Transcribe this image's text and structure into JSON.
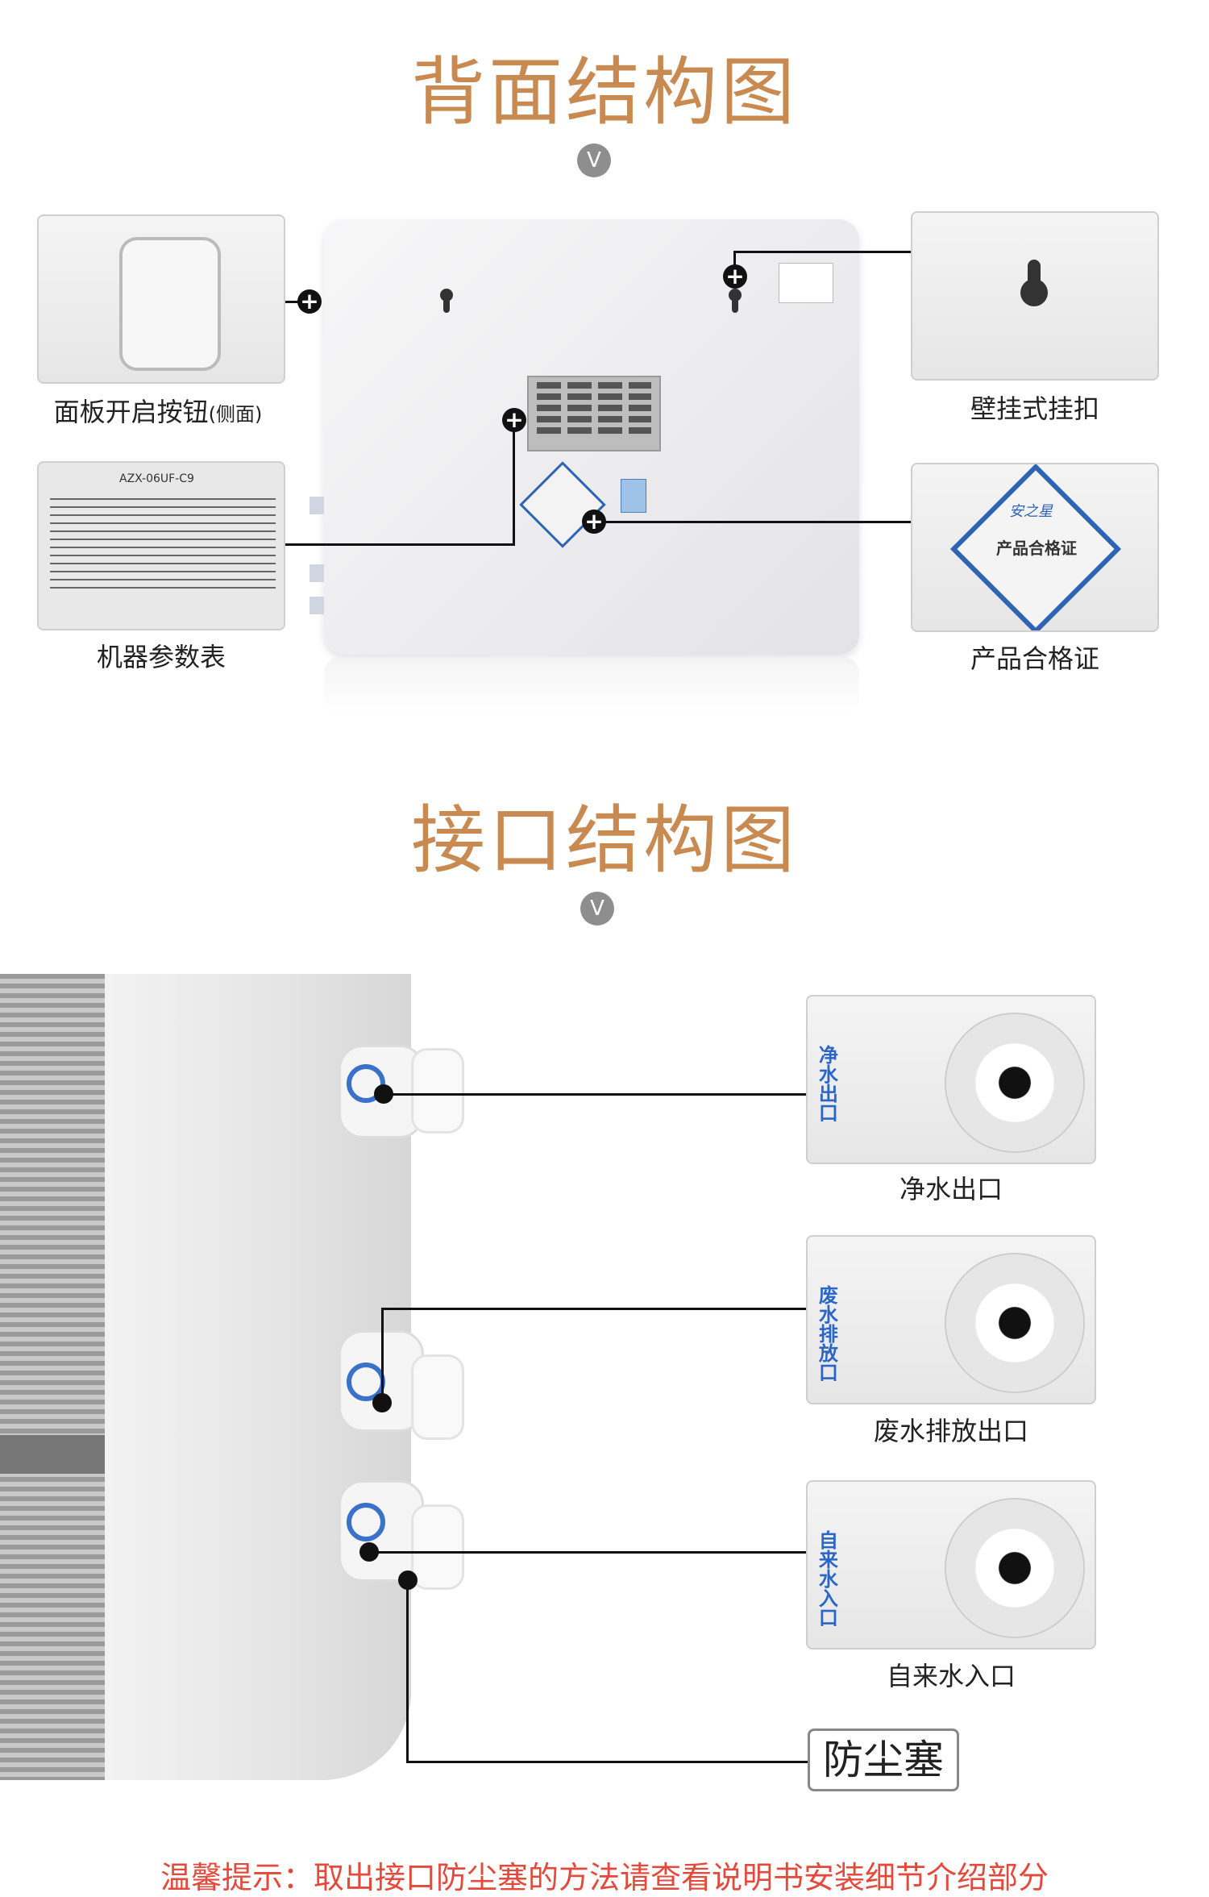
{
  "back_section": {
    "title": "背面结构图",
    "badge": "V",
    "callouts": [
      {
        "label": "面板开启按钮",
        "suffix": "(侧面)"
      },
      {
        "label": "机器参数表"
      },
      {
        "label": "壁挂式挂扣"
      },
      {
        "label": "产品合格证"
      }
    ],
    "plate_model": "AZX-06UF-C9",
    "cert_brand": "安之星",
    "cert_text": "产品合格证"
  },
  "port_section": {
    "title": "接口结构图",
    "badge": "V",
    "callouts": [
      {
        "label": "净水出口",
        "inset_text": "净水出口"
      },
      {
        "label": "废水排放出口",
        "inset_text": "废水排放口"
      },
      {
        "label": "自来水入口",
        "inset_text": "自来水入口"
      }
    ],
    "dust_plug": "防尘塞"
  },
  "colors": {
    "title": "#c98a52",
    "tip": "#e34a3c",
    "port_text": "#2a66c8"
  },
  "footer_tip": "温馨提示：取出接口防尘塞的方法请查看说明书安装细节介绍部分"
}
